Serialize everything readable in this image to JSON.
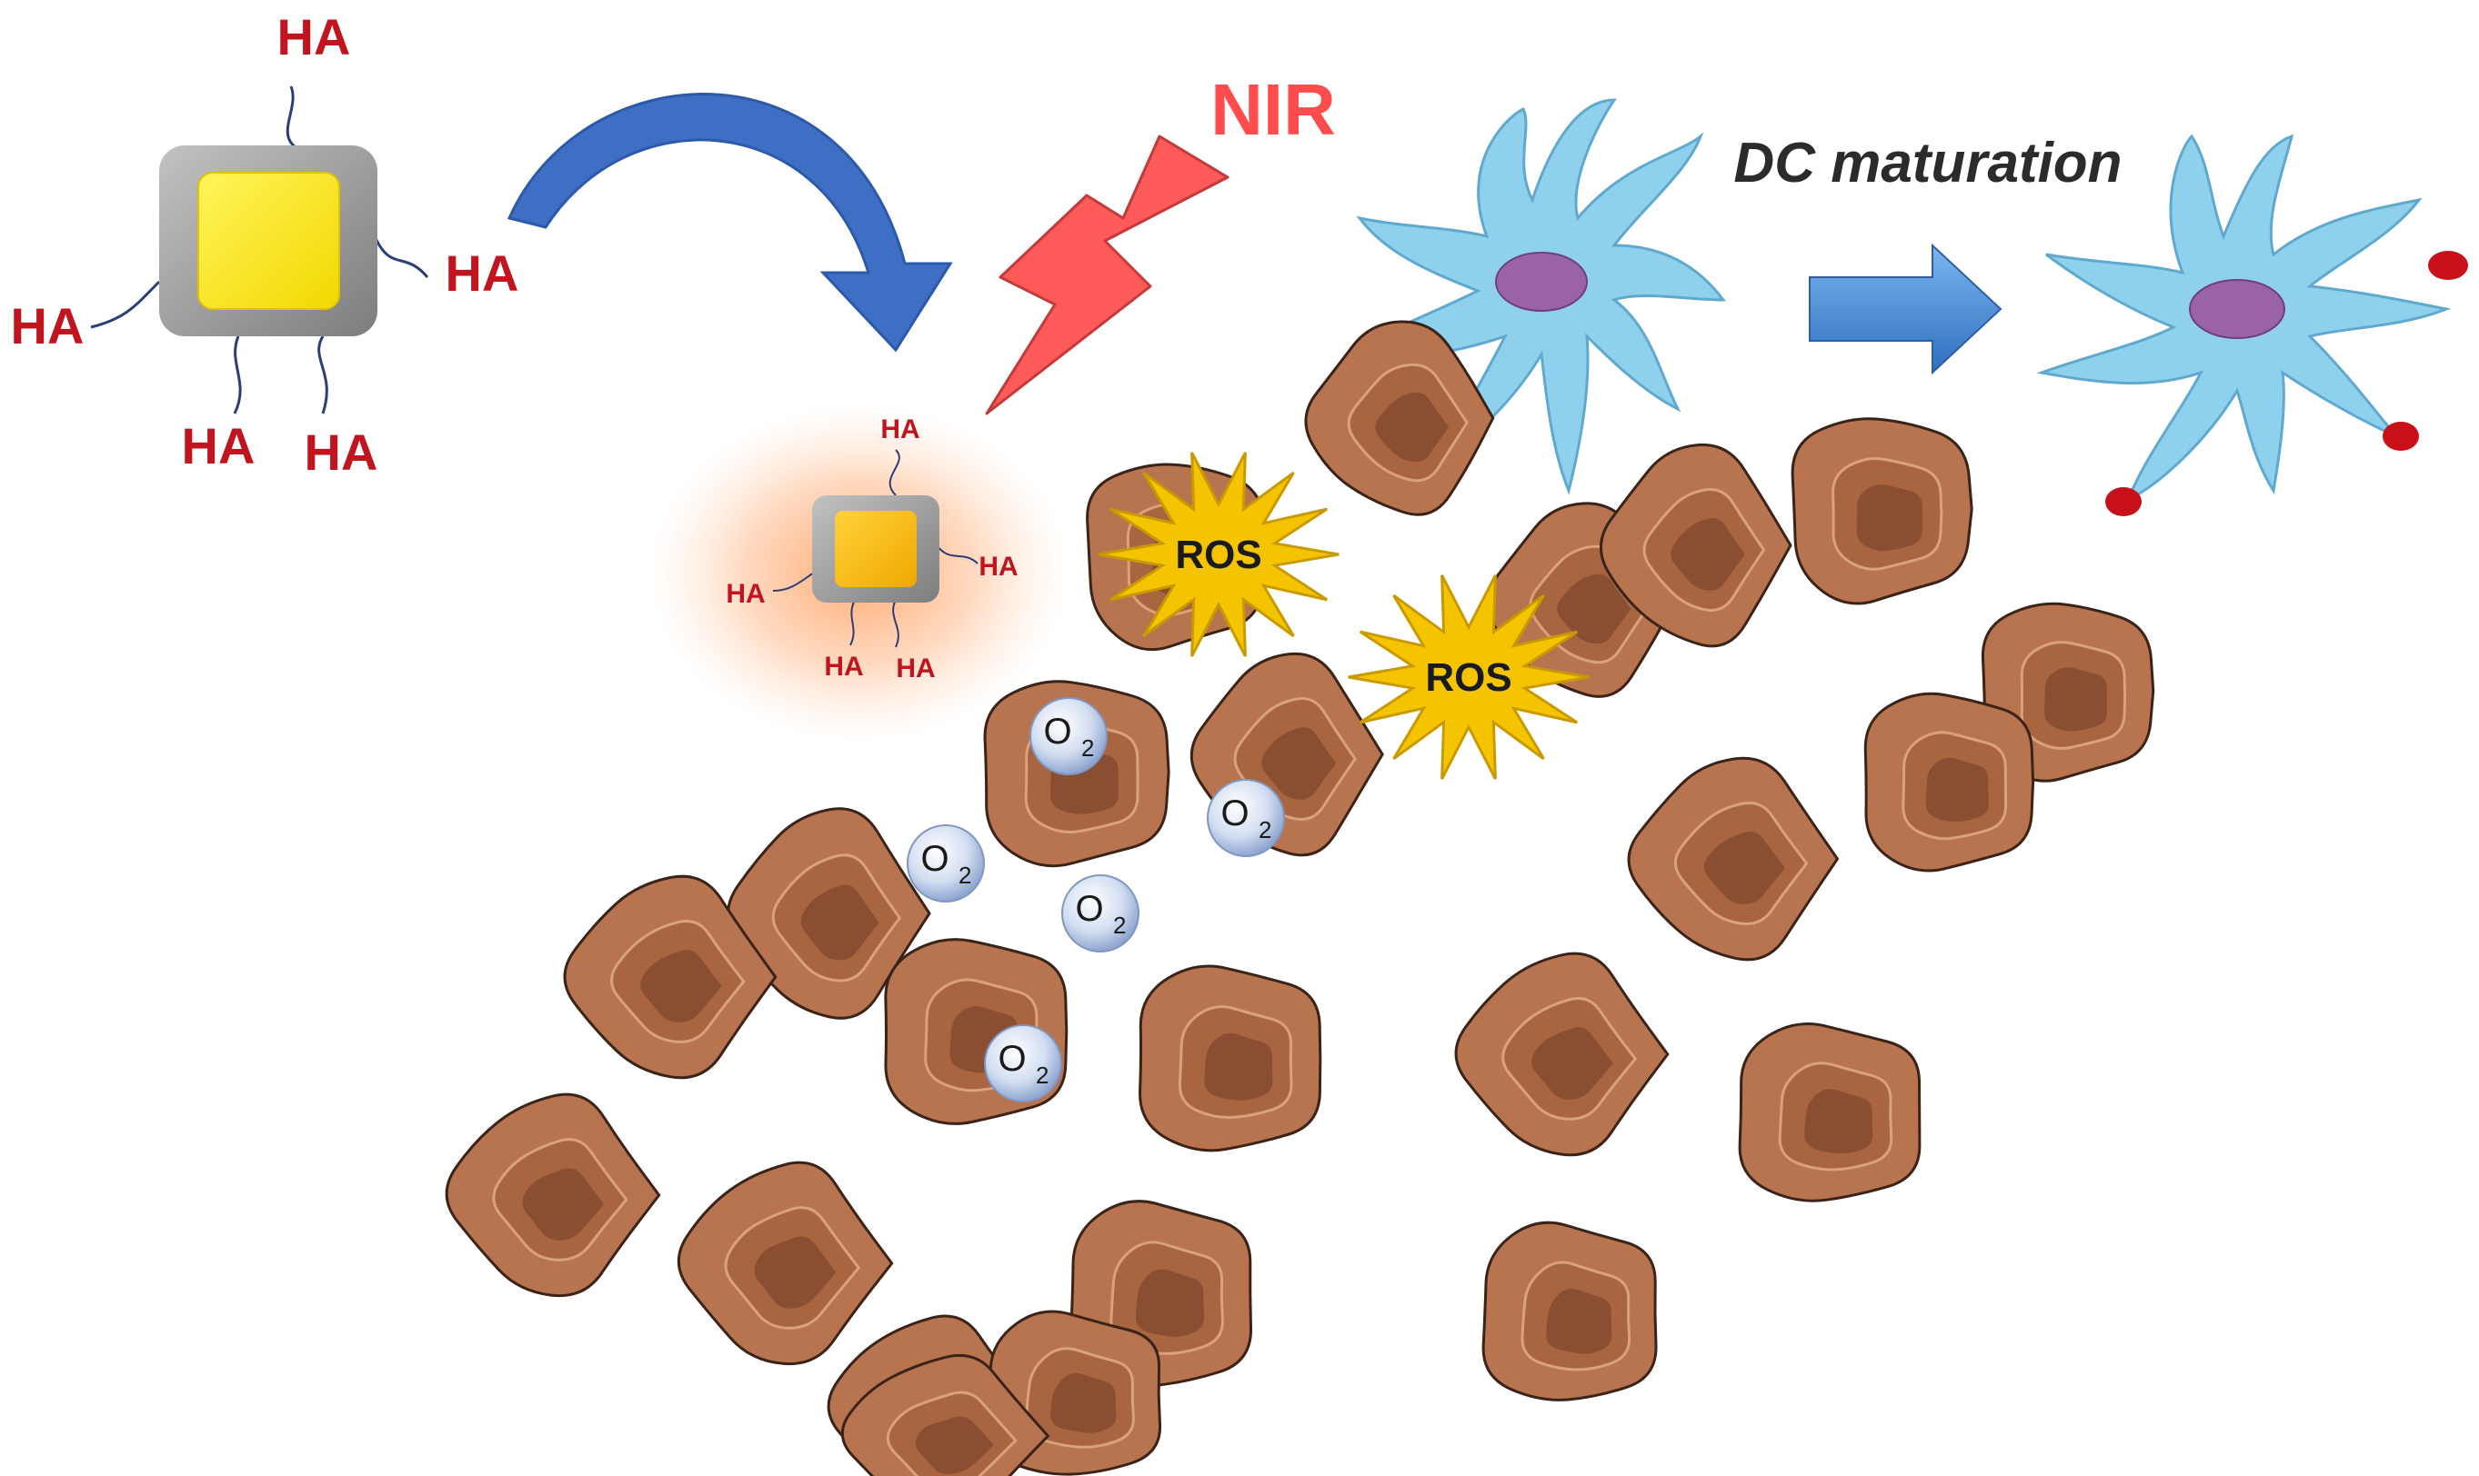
{
  "labels": {
    "ha": "HA",
    "nir": "NIR",
    "dc_maturation": "DC maturation",
    "ros": "ROS",
    "o2_main": "O",
    "o2_sub": "2"
  },
  "colors": {
    "ha_text": "#c0141e",
    "nir_text": "#ff4d4d",
    "lightning": "#ff5a5a",
    "curved_arrow": "#3f6fc4",
    "block_arrow": "#4b8fd8",
    "nanoparticle_core": "#ffee00",
    "nanoparticle_shell": "#9a9a9a",
    "cell_body": "#b8744e",
    "cell_nucleus": "#8a4e33",
    "dendritic_cell": "#8fd0ec",
    "dc_nucleus": "#9a63a8",
    "antigen_dot": "#c8101a",
    "ros_burst": "#f4c400",
    "o2_bubble": "#c9d7ef"
  },
  "icons": [
    "nanoparticle-icon",
    "curved-arrow-icon",
    "lightning-icon",
    "dendritic-cell-icon",
    "block-arrow-icon",
    "tumor-cell-icon",
    "ros-burst-icon",
    "o2-bubble-icon"
  ]
}
